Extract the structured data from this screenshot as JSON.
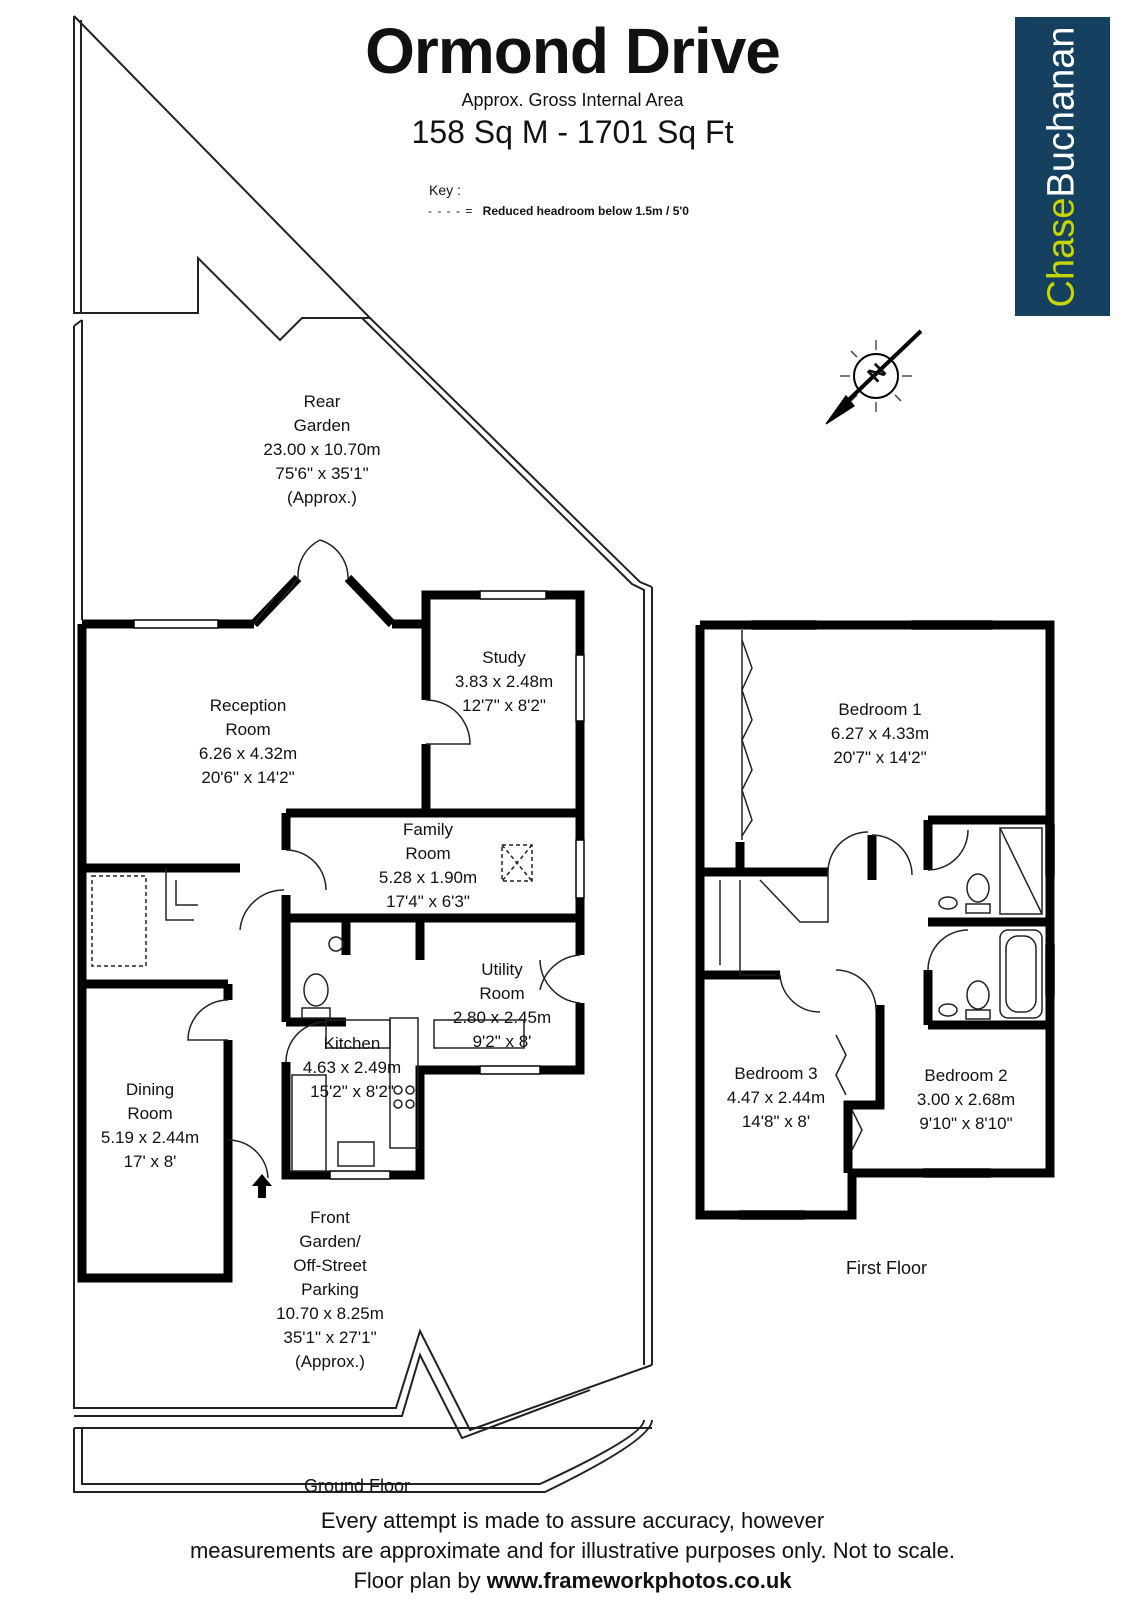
{
  "header": {
    "title": "Ormond Drive",
    "subtitle": "Approx. Gross Internal Area",
    "area": "158 Sq M  -  1701 Sq Ft"
  },
  "key": {
    "title": "Key :",
    "symbol": "- - - - =",
    "text": "Reduced  headroom below 1.5m / 5'0"
  },
  "brand": {
    "part1": "Chase",
    "part2": "Buchanan",
    "bg_color": "#16405f",
    "accent_color": "#c8d600"
  },
  "compass": {
    "letter": "N"
  },
  "rooms": {
    "rear_garden": [
      "Rear",
      "Garden",
      "23.00 x 10.70m",
      "75'6\" x 35'1\"",
      "(Approx.)"
    ],
    "reception": [
      "Reception",
      "Room",
      "6.26 x 4.32m",
      "20'6\" x 14'2\""
    ],
    "study": [
      "Study",
      "3.83 x 2.48m",
      "12'7\" x 8'2\""
    ],
    "family": [
      "Family",
      "Room",
      "5.28 x 1.90m",
      "17'4\" x 6'3\""
    ],
    "utility": [
      "Utility",
      "Room",
      "2.80 x 2.45m",
      "9'2\" x 8'"
    ],
    "kitchen": [
      "Kitchen",
      "4.63 x 2.49m",
      "15'2\" x 8'2\""
    ],
    "dining": [
      "Dining",
      "Room",
      "5.19 x 2.44m",
      "17' x 8'"
    ],
    "front_garden": [
      "Front",
      "Garden/",
      "Off-Street",
      "Parking",
      "10.70 x 8.25m",
      "35'1\" x 27'1\"",
      "(Approx.)"
    ],
    "bedroom1": [
      "Bedroom 1",
      "6.27 x 4.33m",
      "20'7\" x 14'2\""
    ],
    "bedroom2": [
      "Bedroom 2",
      "3.00 x 2.68m",
      "9'10\" x 8'10\""
    ],
    "bedroom3": [
      "Bedroom 3",
      "4.47 x 2.44m",
      "14'8\" x 8'"
    ]
  },
  "floors": {
    "ground": "Ground Floor",
    "first": "First Floor"
  },
  "footer": {
    "line1": "Every attempt is made to assure accuracy, however",
    "line2": "measurements are approximate and for illustrative purposes only. Not to scale.",
    "line3_prefix": "Floor plan by",
    "url": "www.frameworkphotos.co.uk"
  }
}
